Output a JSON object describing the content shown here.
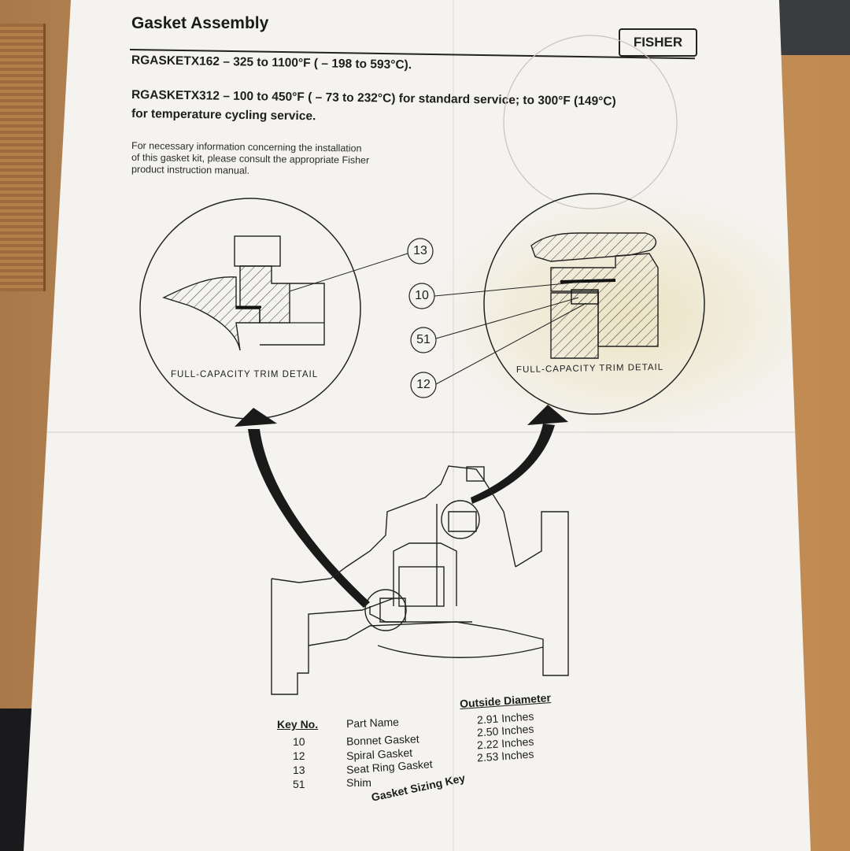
{
  "header": {
    "title": "Gasket Assembly",
    "logo": "FISHER",
    "spec_line_1": "RGASKETX162  – 325 to 1100°F ( – 198 to 593°C).",
    "spec_line_2": "RGASKETX312  – 100 to 450°F ( – 73 to 232°C) for standard service; to 300°F (149°C)",
    "spec_line_3": "for temperature cycling service.",
    "note_lines": [
      "For necessary information concerning the installation",
      "of this gasket kit, please consult the appropriate Fisher",
      "product instruction manual."
    ]
  },
  "diagram": {
    "detail_label_left": "FULL-CAPACITY TRIM DETAIL",
    "detail_label_right": "FULL-CAPACITY TRIM DETAIL",
    "callouts": [
      "13",
      "10",
      "51",
      "12"
    ]
  },
  "table": {
    "col_key": "Key No.",
    "col_part": "Part Name",
    "col_diameter": "Outside Diameter",
    "rows": [
      {
        "key": "10",
        "part": "Bonnet Gasket",
        "diameter": "2.91 Inches"
      },
      {
        "key": "12",
        "part": "Spiral Gasket",
        "diameter": "2.50 Inches"
      },
      {
        "key": "13",
        "part": "Seat Ring Gasket",
        "diameter": "2.22 Inches"
      },
      {
        "key": "51",
        "part": "Shim",
        "diameter": "2.53 Inches"
      }
    ],
    "caption": "Gasket Sizing Key"
  }
}
